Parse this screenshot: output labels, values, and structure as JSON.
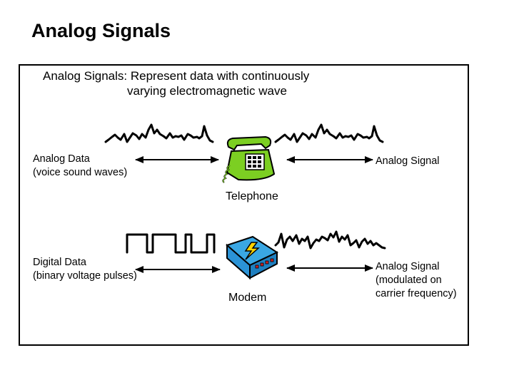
{
  "slide": {
    "title": "Analog Signals"
  },
  "figure": {
    "headline_line1": "Analog Signals: Represent data with continuously",
    "headline_line2": "varying electromagnetic wave",
    "row1": {
      "left_label_line1": "Analog Data",
      "left_label_line2": "(voice sound waves)",
      "device_label": "Telephone",
      "device_icon": "telephone-icon",
      "right_label": "Analog Signal"
    },
    "row2": {
      "left_label_line1": "Digital Data",
      "left_label_line2": "(binary voltage pulses)",
      "device_label": "Modem",
      "device_icon": "modem-icon",
      "right_label_line1": "Analog Signal",
      "right_label_line2": "(modulated on",
      "right_label_line3": "carrier frequency)"
    },
    "colors": {
      "telephone": "#7ccf22",
      "modem": "#3aa7e3",
      "modem_bolt": "#ffd400"
    }
  }
}
